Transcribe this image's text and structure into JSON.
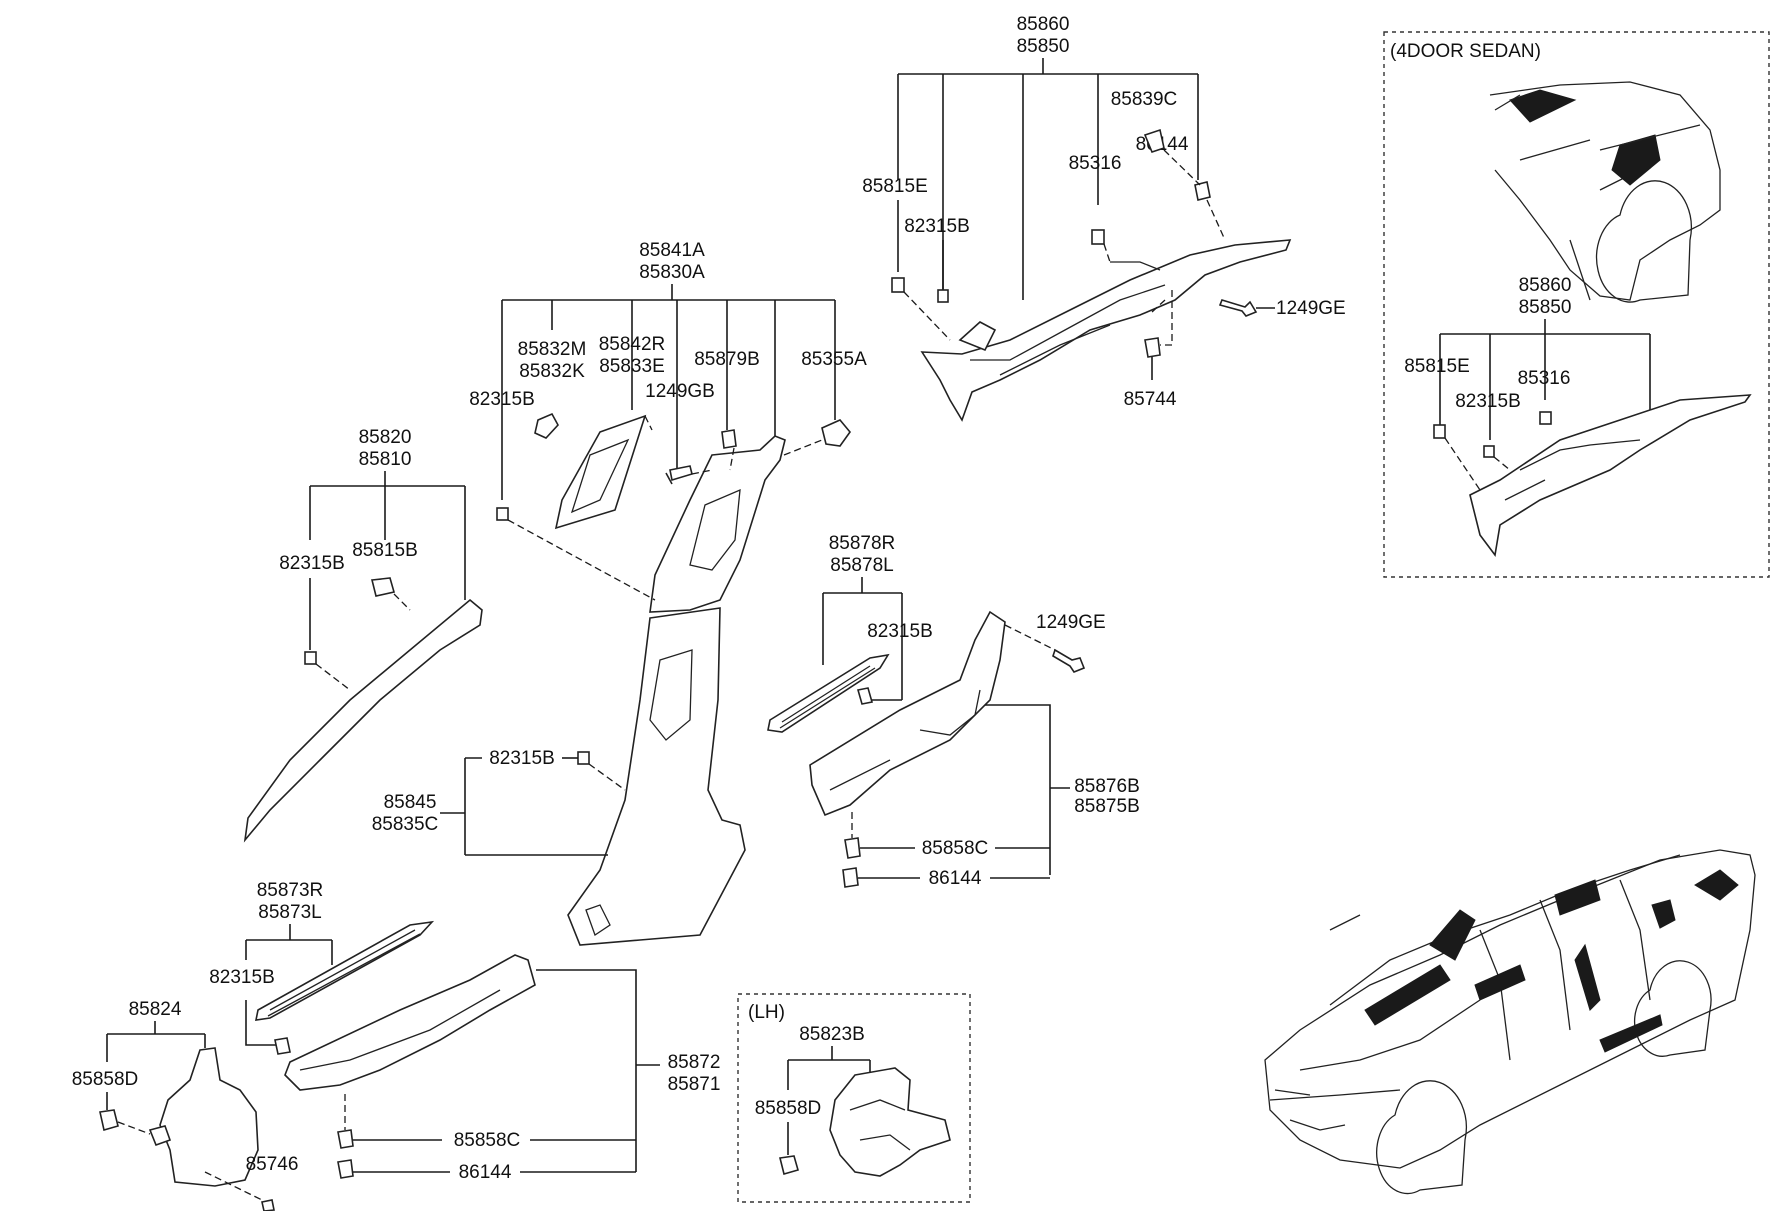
{
  "labels": {
    "l85860": "85860",
    "l85850": "85850",
    "l85839C": "85839C",
    "l86144_top": "86144",
    "l85316": "85316",
    "l85815E": "85815E",
    "l82315B_top": "82315B",
    "l1249GE_top": "1249GE",
    "l85744": "85744",
    "l85841A": "85841A",
    "l85830A": "85830A",
    "l85832M": "85832M",
    "l85832K": "85832K",
    "l85842R": "85842R",
    "l85833E": "85833E",
    "l85879B": "85879B",
    "l85355A": "85355A",
    "l82315B_b": "82315B",
    "l1249GB": "1249GB",
    "l85820": "85820",
    "l85810": "85810",
    "l82315B_a": "82315B",
    "l85815B": "85815B",
    "l85878R": "85878R",
    "l85878L": "85878L",
    "l82315B_c": "82315B",
    "l1249GE_mid": "1249GE",
    "l82315B_d": "82315B",
    "l85845": "85845",
    "l85835C": "85835C",
    "l85876B": "85876B",
    "l85875B": "85875B",
    "l85858C_mid": "85858C",
    "l86144_mid": "86144",
    "l85873R": "85873R",
    "l85873L": "85873L",
    "l82315B_e": "82315B",
    "l85824": "85824",
    "l85858D": "85858D",
    "l85746": "85746",
    "l85872": "85872",
    "l85871": "85871",
    "l85858C_bot": "85858C",
    "l86144_bot": "86144",
    "lh_title": "(LH)",
    "l85823B": "85823B",
    "l85858D_lh": "85858D",
    "sedan_title": "(4DOOR SEDAN)",
    "s85860": "85860",
    "s85850": "85850",
    "s85815E": "85815E",
    "s82315B": "82315B",
    "s85316": "85316"
  }
}
